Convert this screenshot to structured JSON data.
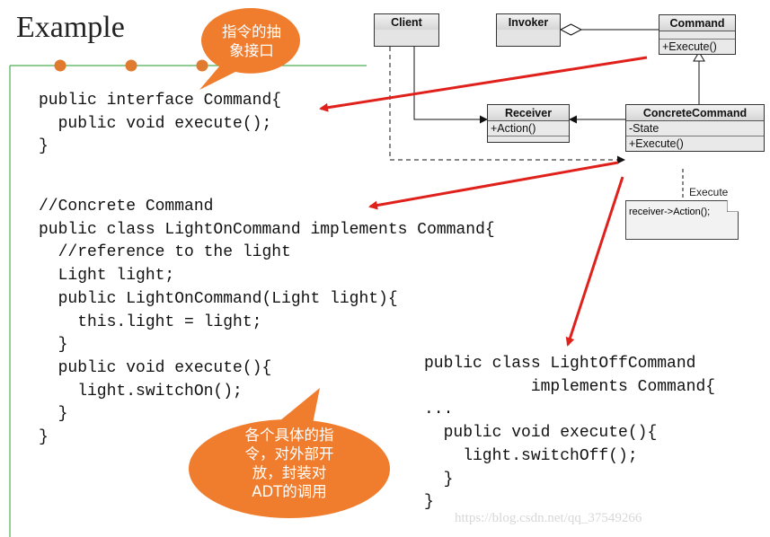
{
  "slide": {
    "title": "Example",
    "watermark": "https://blog.csdn.net/qq_37549266"
  },
  "callouts": {
    "top": "指令的抽\n象接口",
    "bottom": "各个具体的指\n令，对外部开\n放，封装对\nADT的调用"
  },
  "code": {
    "interface": "public interface Command{\n  public void execute();\n}",
    "light_on": "//Concrete Command\npublic class LightOnCommand implements Command{\n  //reference to the light\n  Light light;\n  public LightOnCommand(Light light){\n    this.light = light;\n  }\n  public void execute(){\n    light.switchOn();\n  }\n}",
    "light_off": "public class LightOffCommand\n           implements Command{\n...\n  public void execute(){\n    light.switchOff();\n  }\n}"
  },
  "uml": {
    "client": {
      "name": "Client"
    },
    "invoker": {
      "name": "Invoker"
    },
    "command": {
      "name": "Command",
      "operation": "+Execute()"
    },
    "receiver": {
      "name": "Receiver",
      "operation": "+Action()"
    },
    "concrete_command": {
      "name": "ConcreteCommand",
      "attribute": "-State",
      "operation": "+Execute()"
    },
    "note": {
      "label": "Execute",
      "text": "receiver->Action();"
    }
  },
  "colors": {
    "accent_green": "#4caf50",
    "bullet_orange": "#e07a2e",
    "bubble_orange": "#ef7d2d",
    "arrow_red": "#e0201b"
  }
}
